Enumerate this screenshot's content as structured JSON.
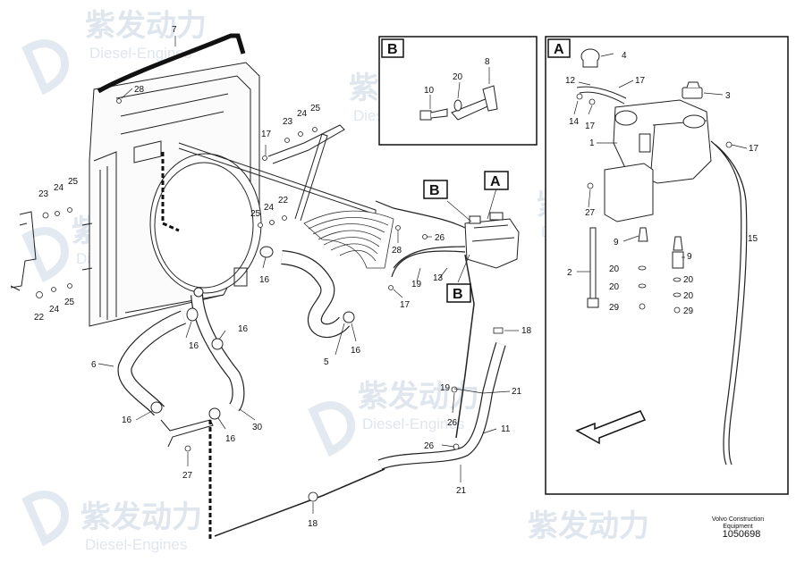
{
  "watermark": {
    "brand_cn": "紫发动力",
    "brand_en": "Diesel-Engines"
  },
  "inset_boxes": [
    {
      "key": "B",
      "label": "B"
    },
    {
      "key": "A",
      "label": "A"
    }
  ],
  "callouts": {
    "flagA": "A",
    "flagB_top": "B",
    "flagB_bottom": "B",
    "c7": "7",
    "c28a": "28",
    "c23a": "23",
    "c24a": "24",
    "c25a": "25",
    "c17a": "17",
    "c23b": "23",
    "c24b": "24",
    "c25b": "25",
    "c22a": "22",
    "c24c": "24",
    "c25c": "25",
    "c25d": "25",
    "c24d": "24",
    "c22b": "22",
    "c16a": "16",
    "c28b": "28",
    "c26a": "26",
    "c19a": "19",
    "c13": "13",
    "c17b": "17",
    "c16b": "16",
    "c16c": "16",
    "c6": "6",
    "c16d": "16",
    "c30": "30",
    "c16e": "16",
    "c16f": "16",
    "c5": "5",
    "c27a": "27",
    "c18a": "18",
    "c19b": "19",
    "c21a": "21",
    "c26b": "26",
    "c11": "11",
    "c26c": "26",
    "c21b": "21",
    "c18b": "18",
    "b10": "10",
    "b20": "20",
    "b8": "8",
    "a4": "4",
    "a12": "12",
    "a17a": "17",
    "a3": "3",
    "a14": "14",
    "a17b": "17",
    "a1": "1",
    "a17c": "17",
    "a27": "27",
    "a15": "15",
    "a9a": "9",
    "a9b": "9",
    "a2": "2",
    "a20a": "20",
    "a20b": "20",
    "a20c": "20",
    "a20d": "20",
    "a29a": "29",
    "a29b": "29"
  },
  "footer": {
    "company_line1": "Volvo Construction",
    "company_line2": "Equipment",
    "doc_number": "1050698"
  }
}
